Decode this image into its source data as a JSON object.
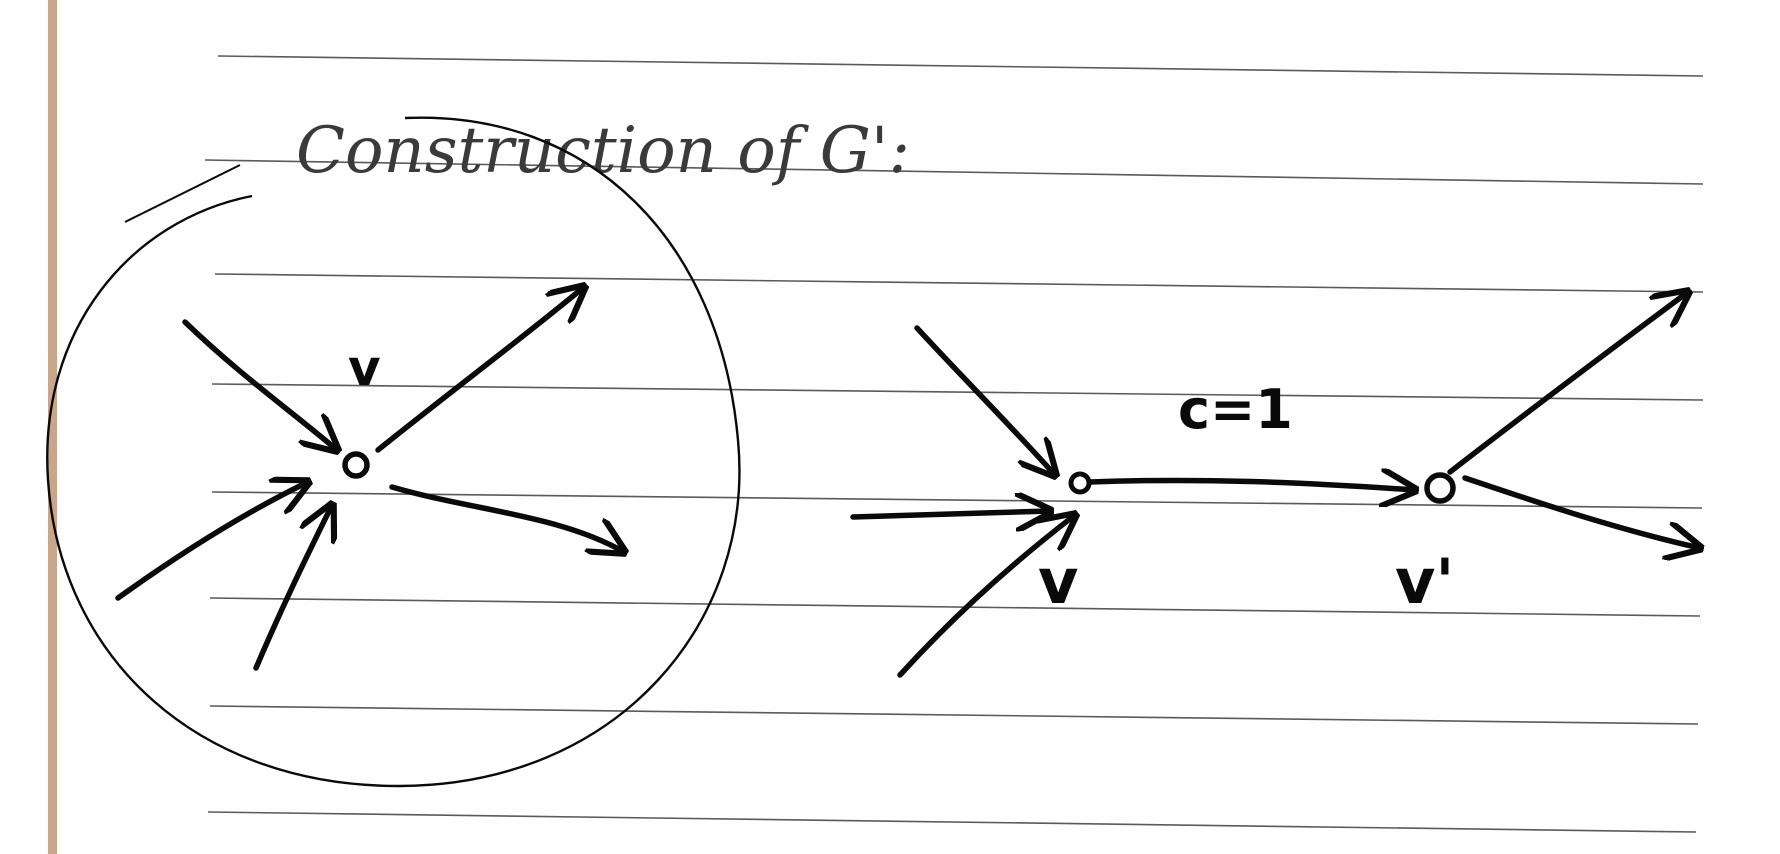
{
  "title": "Construction of G':",
  "left": {
    "node_label": "v"
  },
  "right": {
    "node_v_label": "v",
    "node_v_prime_label": "v'",
    "edge_label": "c=1"
  },
  "colors": {
    "ink": "#0a0a0a",
    "pencil": "#3a3a3a",
    "ruled_line": "#5a5a5a",
    "margin": "#c9a58a"
  }
}
